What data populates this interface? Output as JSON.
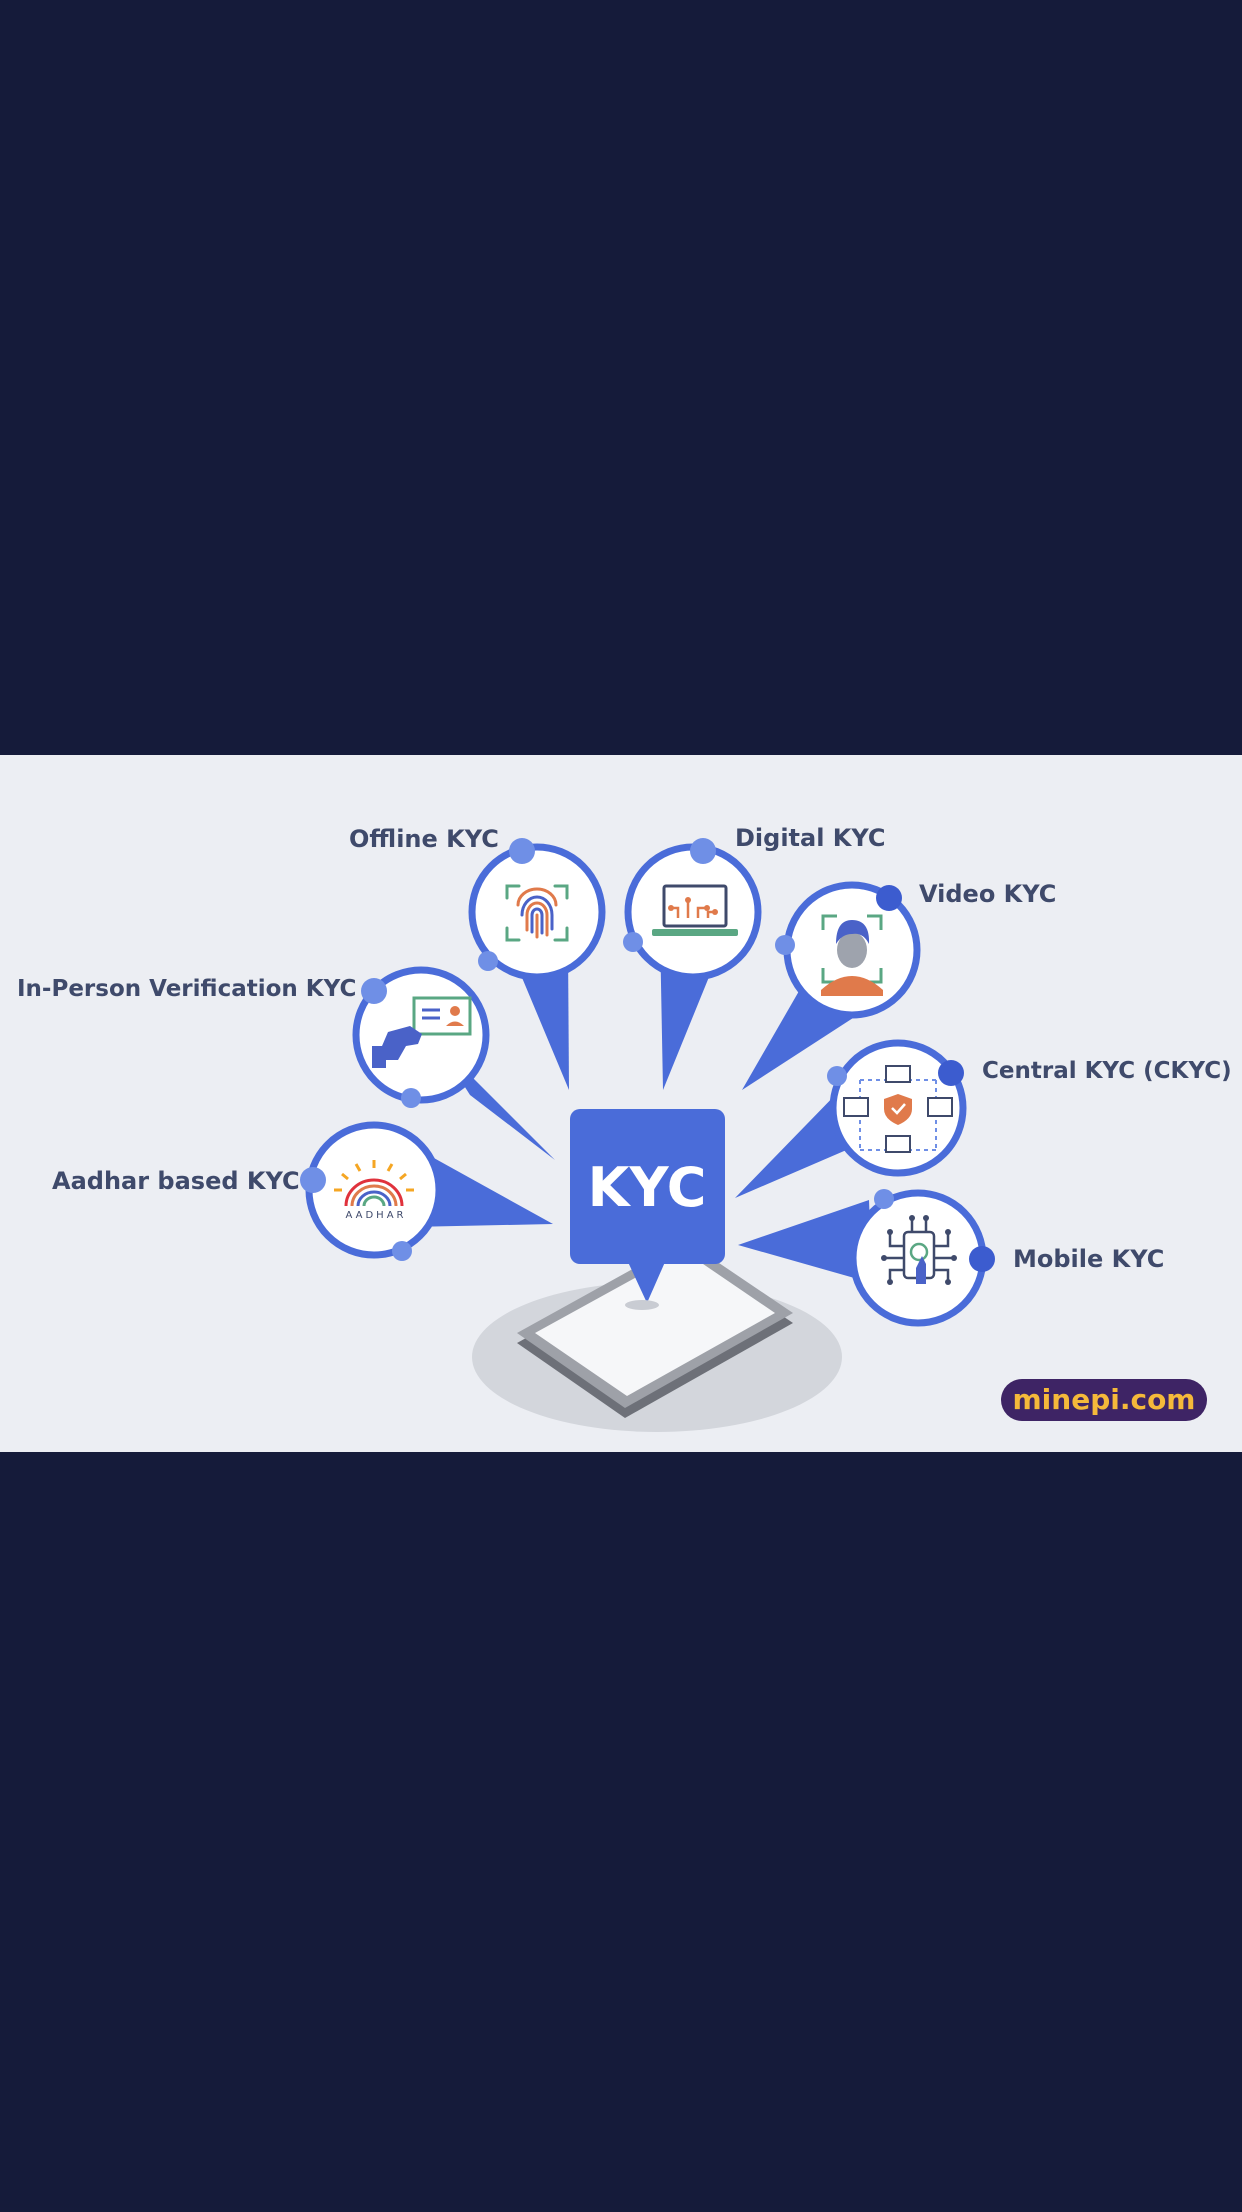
{
  "center": {
    "label": "KYC"
  },
  "nodes": [
    {
      "label": "Offline KYC",
      "icon": "fingerprint-icon"
    },
    {
      "label": "Digital KYC",
      "icon": "laptop-circuit-icon"
    },
    {
      "label": "Video KYC",
      "icon": "face-scan-icon"
    },
    {
      "label": "In-Person Verification KYC",
      "icon": "id-card-hand-icon"
    },
    {
      "label": "Central KYC (CKYC)",
      "icon": "network-shield-icon"
    },
    {
      "label": "Aadhar based KYC",
      "icon": "aadhar-logo-icon"
    },
    {
      "label": "Mobile KYC",
      "icon": "mobile-circuit-icon"
    }
  ],
  "aadhar_logo_text": "AADHAR",
  "watermark": "minepi.com",
  "colors": {
    "background_dark": "#151b3a",
    "panel": "#eceef3",
    "accent_blue": "#4a6cd9",
    "label_text": "#3f4a6b",
    "watermark_bg": "#3e2465",
    "watermark_text": "#f5b93a"
  }
}
